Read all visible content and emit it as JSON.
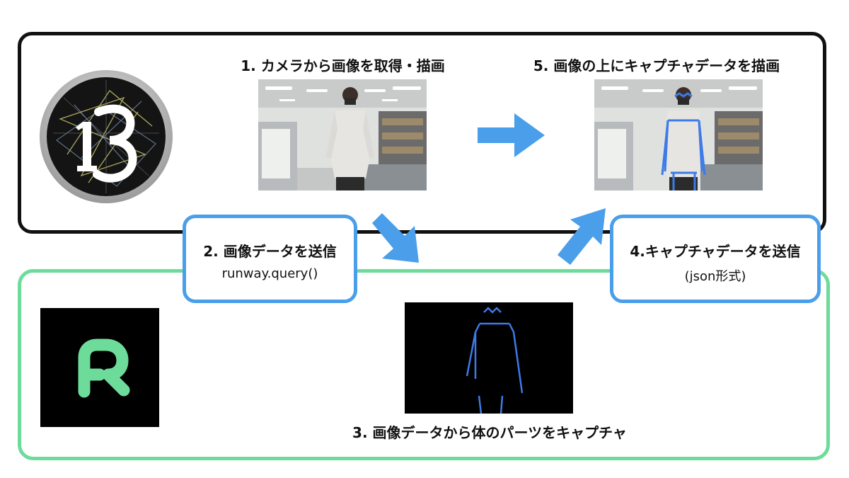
{
  "steps": {
    "step1": "1. カメラから画像を取得・描画",
    "step2_title": "2. 画像データを送信",
    "step2_sub": "runway.query()",
    "step3": "3. 画像データから体のパーツをキャプチャ",
    "step4_title": "4.キャプチャデータを送信",
    "step4_sub": "(json形式)",
    "step5": "5. 画像の上にキャプチャデータを描画"
  },
  "colors": {
    "p5_frame": "#111111",
    "runway_frame": "#6ddc9b",
    "accent_blue": "#4a9eea",
    "pose_line": "#3d7be8"
  },
  "icons": {
    "p5_logo": "p5-logo-icon",
    "runway_logo": "runway-logo-icon",
    "arrow": "arrow-icon"
  }
}
